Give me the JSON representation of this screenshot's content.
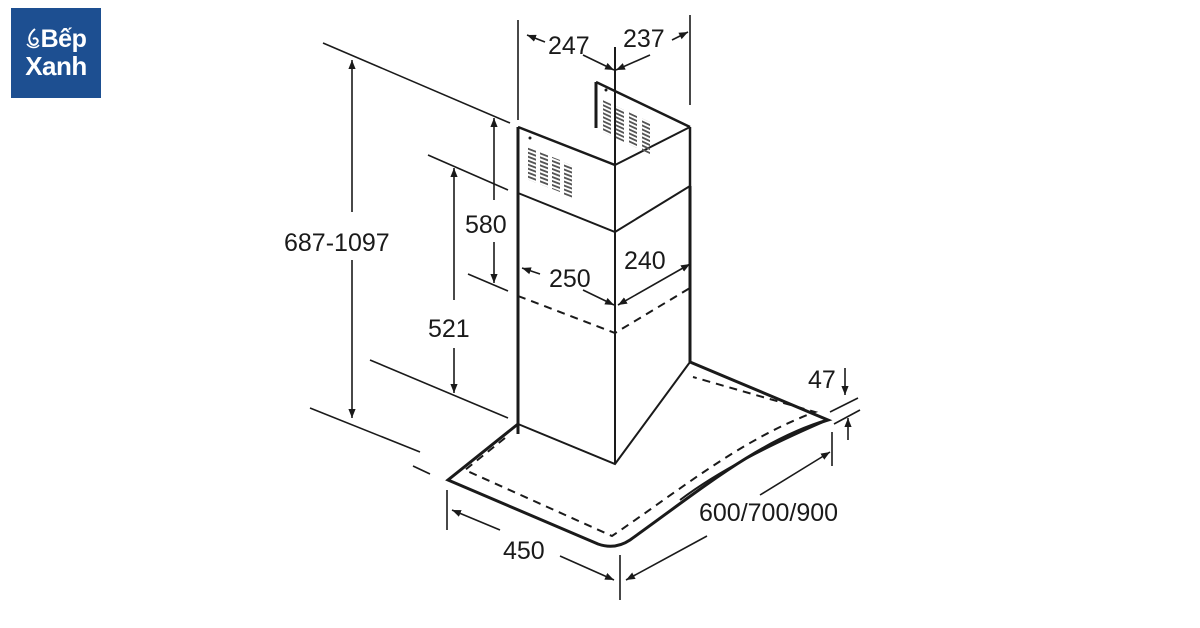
{
  "logo": {
    "line1": "Bếp",
    "line2": "Xanh",
    "background": "#1d4f91",
    "icon": "flame-swirl-icon"
  },
  "diagram": {
    "subject": "chimney range hood dimension drawing",
    "line_color": "#1a1a1a",
    "units": "mm",
    "dimensions": {
      "chimney_width_left": "247",
      "chimney_width_right": "237",
      "upper_chimney_height": "580",
      "total_height_range": "687-1097",
      "lower_chimney_height": "521",
      "duct_width_left": "250",
      "duct_width_right": "240",
      "canopy_thickness": "47",
      "hood_depth": "450",
      "hood_width_options": "600/700/900"
    }
  }
}
